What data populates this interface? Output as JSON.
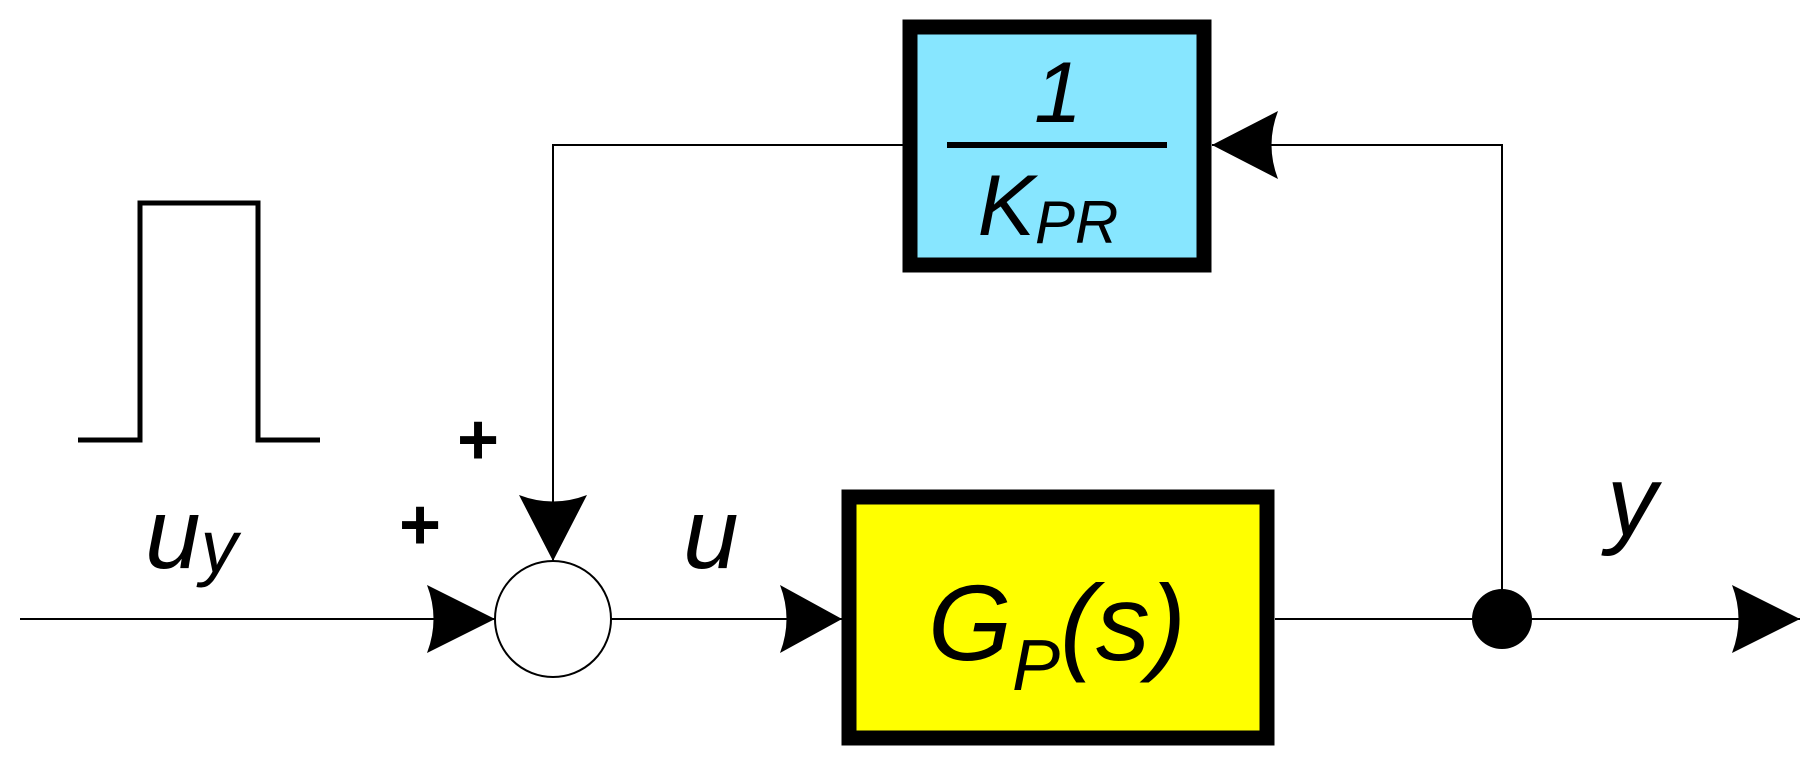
{
  "diagram": {
    "feedback_block": {
      "numerator": "1",
      "denominator_base": "K",
      "denominator_sub": "PR",
      "fill_color": "#87e6ff"
    },
    "plant_block": {
      "base": "G",
      "sub": "P",
      "arg_open": "(",
      "arg": "s",
      "arg_close": ")",
      "fill_color": "#ffff00"
    },
    "input_signal": {
      "base": "u",
      "sub": "y"
    },
    "summing_junction": {
      "sign_input": "+",
      "sign_feedback": "+"
    },
    "control_signal": {
      "label": "u"
    },
    "output_signal": {
      "label": "y"
    }
  }
}
